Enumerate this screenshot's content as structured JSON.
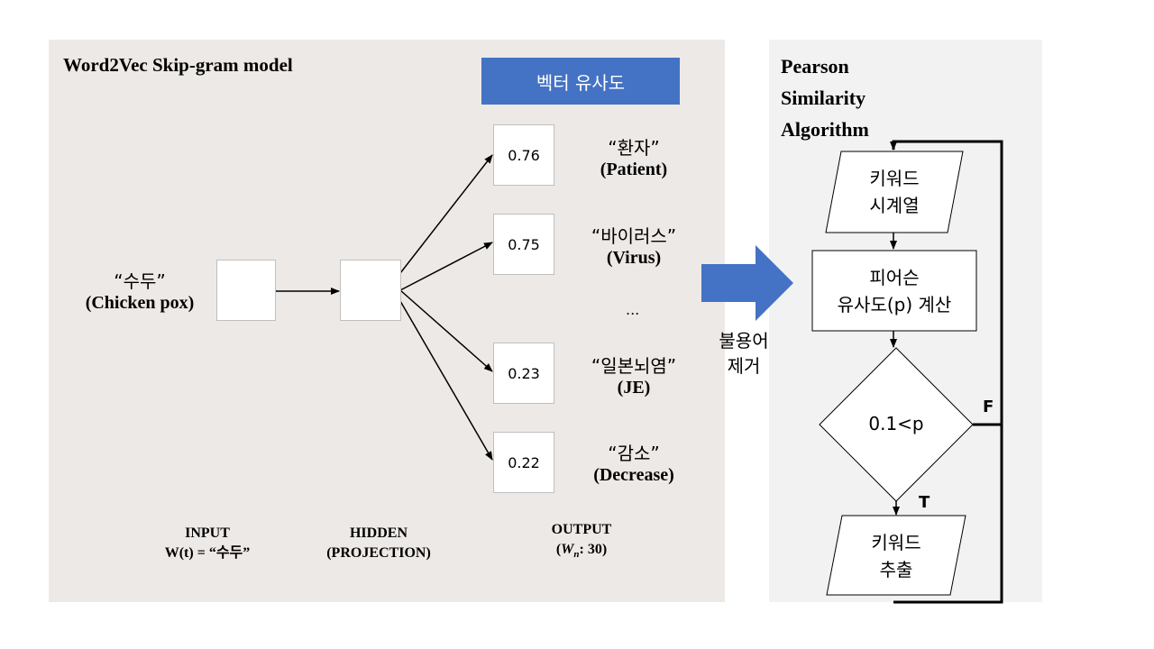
{
  "left_panel": {
    "title": "Word2Vec  Skip-gram  model",
    "badge": "벡터 유사도",
    "input_word": {
      "ko": "“수두”",
      "en": "(Chicken pox)"
    },
    "outputs": [
      {
        "value": "0.76",
        "ko": "“환자”",
        "en": "(Patient)"
      },
      {
        "value": "0.75",
        "ko": "“바이러스”",
        "en": "(Virus)"
      },
      {
        "value": "0.23",
        "ko": "“일본뇌염”",
        "en": "(JE)"
      },
      {
        "value": "0.22",
        "ko": "“감소”",
        "en": "(Decrease)"
      }
    ],
    "ellipsis": "...",
    "captions": {
      "input_line1": "INPUT",
      "input_line2": "W(t) = “수두”",
      "hidden_line1": "HIDDEN",
      "hidden_line2": "(PROJECTION)",
      "output_line1": "OUTPUT",
      "output_line2_prefix": "(",
      "output_line2_var": "W",
      "output_line2_sub": "n",
      "output_line2_suffix": ": 30)"
    }
  },
  "middle": {
    "stopword_label_line1": "불용어",
    "stopword_label_line2": "제거",
    "arrow_color": "#4472c4"
  },
  "right_panel": {
    "title_line1": "Pearson",
    "title_line2": "Similarity",
    "title_line3": "Algorithm",
    "input_node": {
      "line1": "키워드",
      "line2": "시계열"
    },
    "process_node": {
      "line1": "피어슨",
      "line2": "유사도(p) 계산"
    },
    "decision_node": "0.1<p",
    "false_label": "F",
    "true_label": "T",
    "output_node": {
      "line1": "키워드",
      "line2": "추출"
    }
  }
}
